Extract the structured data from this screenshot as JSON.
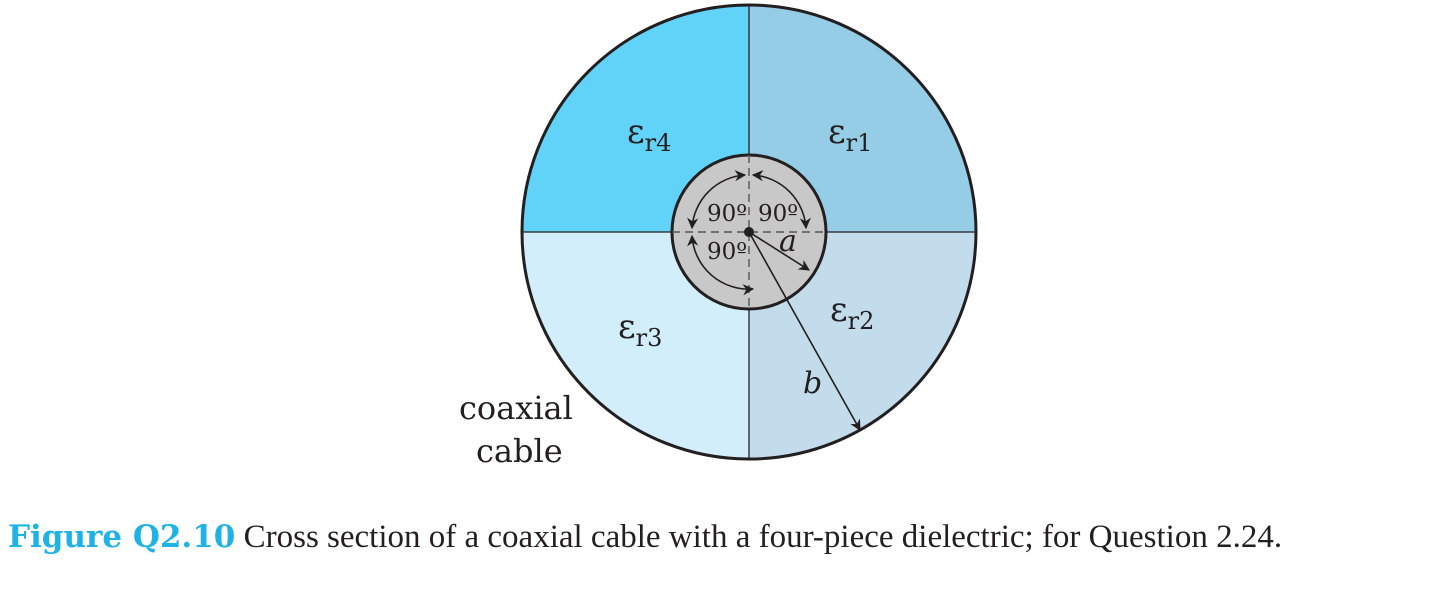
{
  "diagram": {
    "regions": [
      {
        "id": "r1",
        "symbol": "ε",
        "subscript": "r1",
        "color": "#96cde6"
      },
      {
        "id": "r2",
        "symbol": "ε",
        "subscript": "r2",
        "color": "#c2dcec"
      },
      {
        "id": "r3",
        "symbol": "ε",
        "subscript": "r3",
        "color": "#d2eefb"
      },
      {
        "id": "r4",
        "symbol": "ε",
        "subscript": "r4",
        "color": "#62d3f8"
      }
    ],
    "inner_conductor_color": "#c8c8c8",
    "angle_labels": [
      "90º",
      "90º",
      "90º"
    ],
    "inner_radius_label": "a",
    "outer_radius_label": "b",
    "cable_label_line1": "coaxial",
    "cable_label_line2": "cable"
  },
  "caption": {
    "figure_label": "Figure Q2.10",
    "text": "Cross section of a coaxial cable with a four-piece dielectric; for Question 2.24."
  }
}
